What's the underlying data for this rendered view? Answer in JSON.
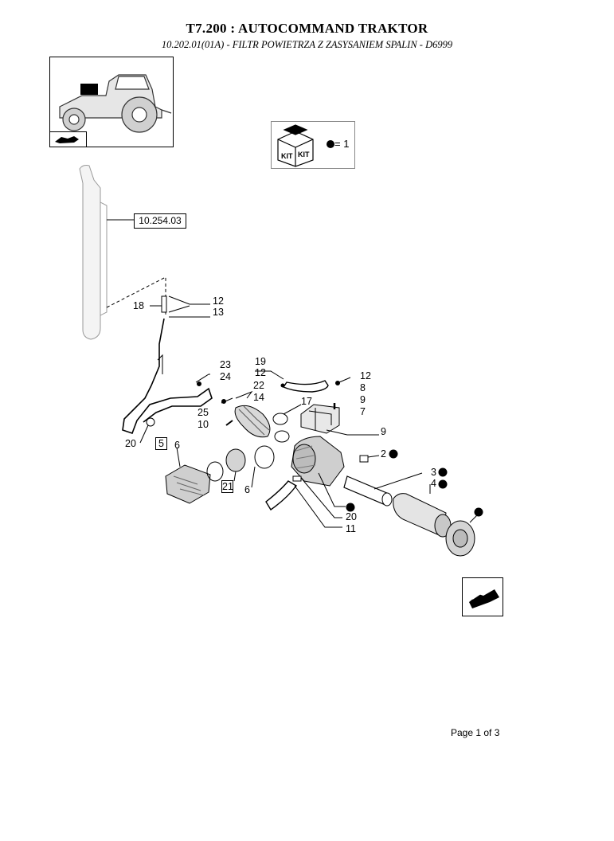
{
  "header": {
    "title": "T7.200 : AUTOCOMMAND TRAKTOR",
    "subtitle": "10.202.01(01A) - FILTR POWIETRZA Z ZASYSANIEM SPALIN - D6999"
  },
  "kit": {
    "icon_text": "KIT",
    "legend": "= 1"
  },
  "reference": "10.254.03",
  "labels": {
    "l18": "18",
    "l12a": "12",
    "l13": "13",
    "l23": "23",
    "l24": "24",
    "l25": "25",
    "l10": "10",
    "l19": "19",
    "l12b": "12",
    "l22": "22",
    "l14": "14",
    "l12c": "12",
    "l8": "8",
    "l9a": "9",
    "l7": "7",
    "l17": "17",
    "l9b": "9",
    "l20a": "20",
    "l5": "5",
    "l6a": "6",
    "l21": "21",
    "l6b": "6",
    "l2": "2",
    "l3": "3",
    "l4": "4",
    "l20b": "20",
    "l11": "11"
  },
  "footer": {
    "page": "Page 1 of 3"
  },
  "colors": {
    "line": "#000000",
    "shade": "#6a6a6a"
  }
}
